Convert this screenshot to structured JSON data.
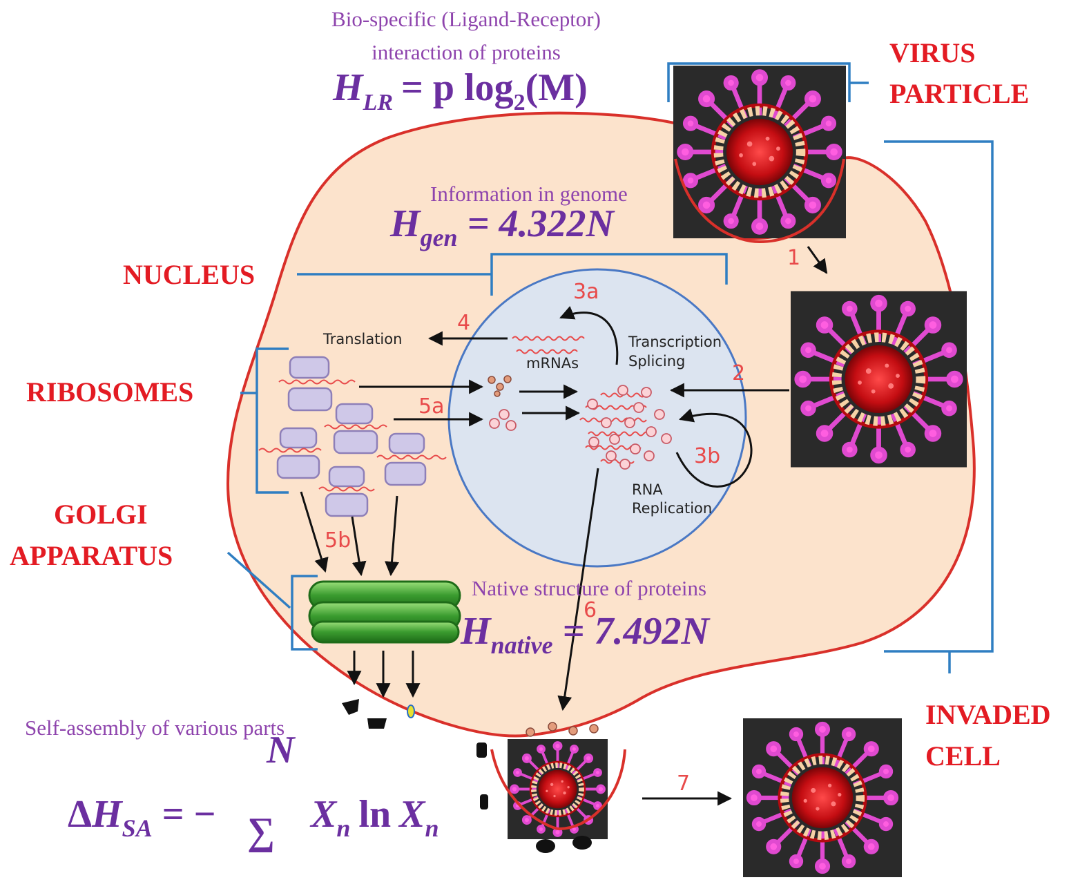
{
  "labels": {
    "virus_particle_1": "VIRUS",
    "virus_particle_2": "PARTICLE",
    "nucleus": "NUCLEUS",
    "ribosomes": "RIBOSOMES",
    "golgi_1": "GOLGI",
    "golgi_2": "APPARATUS",
    "invaded_cell_1": "INVADED",
    "invaded_cell_2": "CELL"
  },
  "captions": {
    "ligand_1": "Bio-specific (Ligand-Receptor)",
    "ligand_2": "interaction of proteins",
    "genome": "Information in genome",
    "native": "Native structure of proteins",
    "self_assembly": "Self-assembly of various parts"
  },
  "equations": {
    "h_lr": {
      "main": "H",
      "sub": "LR",
      "rhs": "= p log",
      "base": "2",
      "arg": "(M)"
    },
    "h_gen": {
      "main": "H",
      "sub": "gen",
      "rhs": "= 4.322N"
    },
    "h_native": {
      "main": "H",
      "sub": "native",
      "rhs": "= 7.492N"
    },
    "h_sa": {
      "delta": "Δ",
      "main": "H",
      "sub": "SA",
      "eq": "= −",
      "sum": "∑",
      "upper": "N",
      "term1": "X",
      "term1_sub": "n",
      "ln": "ln",
      "term2": "X",
      "term2_sub": "n"
    }
  },
  "steps": [
    "1",
    "2",
    "3a",
    "3b",
    "4",
    "5a",
    "5b",
    "6",
    "7"
  ],
  "process_labels": {
    "translation": "Translation",
    "mrnas": "mRNAs",
    "transcription": "Transcription",
    "splicing": "Splicing",
    "rna": "RNA",
    "replication": "Replication"
  },
  "colors": {
    "label_red": "#e31b23",
    "caption_purple": "#8e44ad",
    "equation_purple": "#6b2fa0",
    "bracket_blue": "#2f7ec2",
    "cell_fill": "#fce3cc",
    "cell_border": "#d9302a",
    "nucleus_fill": "#dce4f0",
    "nucleus_border": "#4a78c4",
    "golgi_green": "#3a9b2f",
    "ribosome_fill": "#cfc8e8"
  }
}
